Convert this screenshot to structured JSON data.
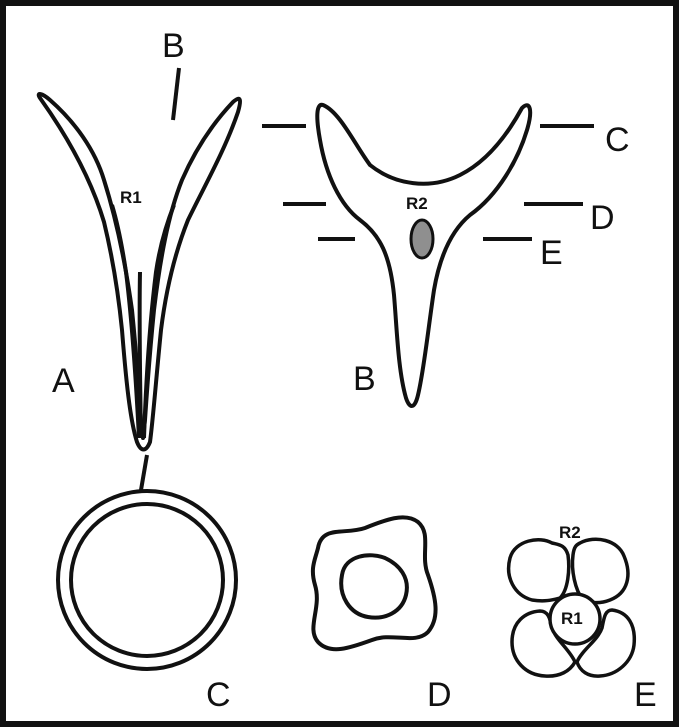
{
  "colors": {
    "stroke": "#111111",
    "background": "#ffffff",
    "hilum_fill": "#8f8f8f"
  },
  "panel_a": {
    "label": "A",
    "region_label": "R1",
    "section_label": "B"
  },
  "panel_b": {
    "label": "B",
    "region_label": "R2",
    "section_labels": [
      "C",
      "D",
      "E"
    ]
  },
  "cross_sections": [
    {
      "label": "C"
    },
    {
      "label": "D"
    },
    {
      "label": "E",
      "region_labels": [
        "R2",
        "R1"
      ]
    }
  ]
}
